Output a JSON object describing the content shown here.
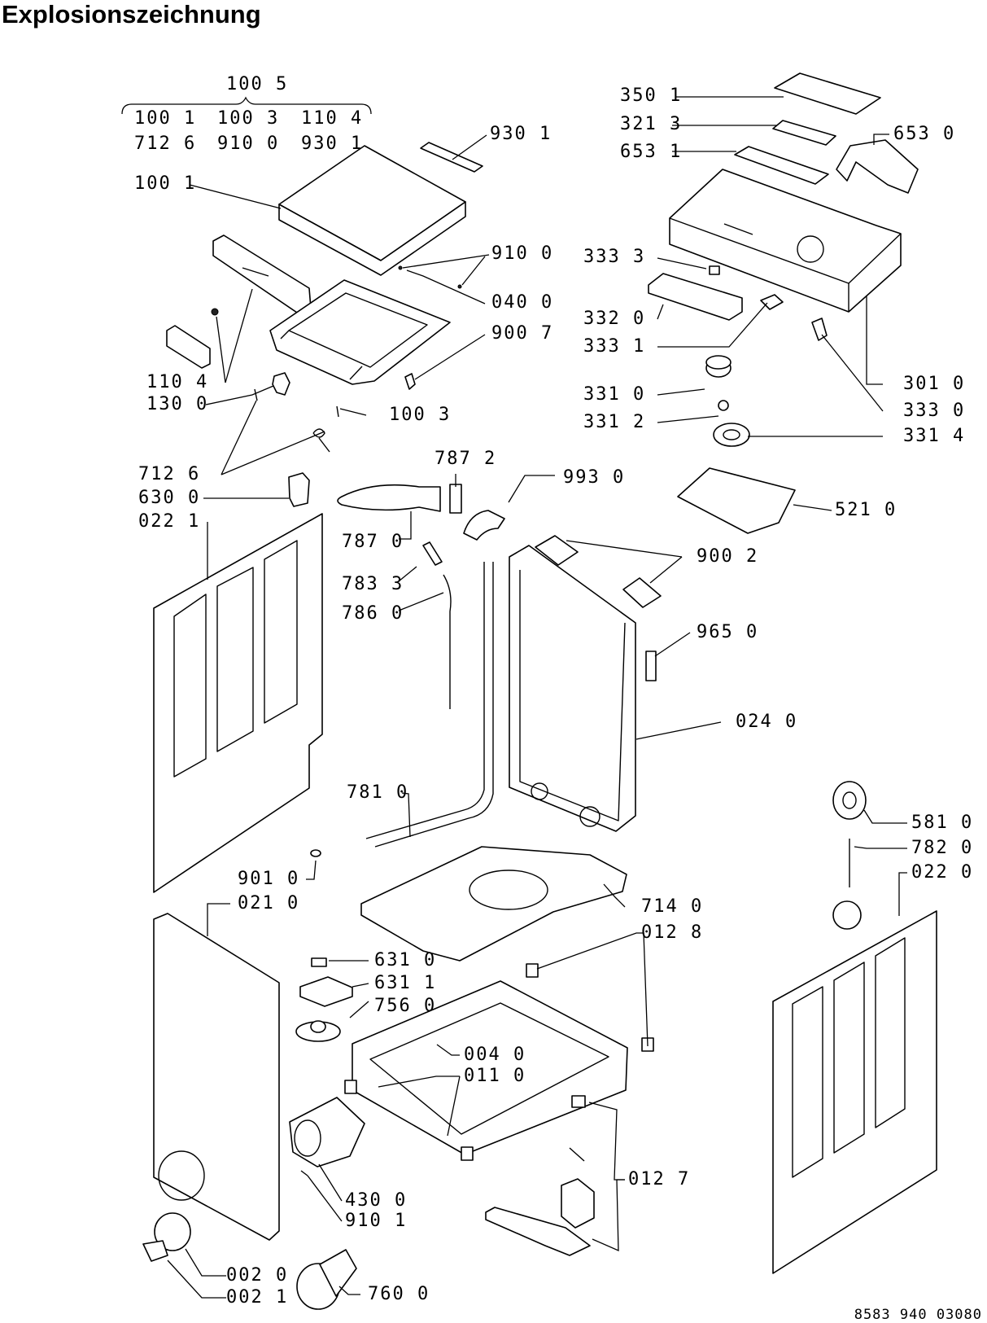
{
  "title": "Explosionszeichnung",
  "doc_ref": "8583 940 03080",
  "labels": [
    "100 5",
    "100 1",
    "100 3",
    "110 4",
    "712 6",
    "910 0",
    "930 1",
    "930 1",
    "100 1",
    "910 0",
    "040 0",
    "900 7",
    "110 4",
    "130 0",
    "100 3",
    "712 6",
    "630 0",
    "022 1",
    "787 2",
    "787 0",
    "783 3",
    "786 0",
    "993 0",
    "350 1",
    "321 3",
    "653 1",
    "653 0",
    "333 3",
    "332 0",
    "333 1",
    "301 0",
    "331 0",
    "331 2",
    "333 0",
    "331 4",
    "521 0",
    "900 2",
    "965 0",
    "024 0",
    "781 0",
    "901 0",
    "021 0",
    "714 0",
    "012 8",
    "631 0",
    "631 1",
    "756 0",
    "004 0",
    "011 0",
    "430 0",
    "910 1",
    "002 0",
    "002 1",
    "760 0",
    "012 7",
    "581 0",
    "782 0",
    "022 0"
  ]
}
